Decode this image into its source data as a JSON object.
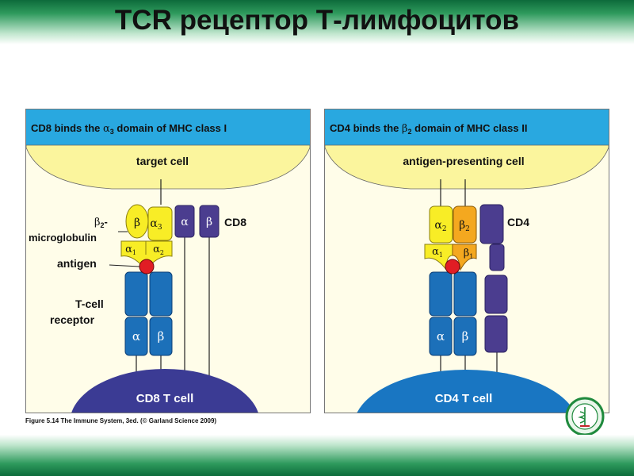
{
  "slide": {
    "title": "TCR рецептор Т-лимфоцитов",
    "caption": "Figure 5.14 The Immune System, 3ed. (© Garland Science 2009)"
  },
  "colors": {
    "banner": "#29a8e0",
    "target_cell": "#fbf59d",
    "tcell": "#3b3b94",
    "cd4_tcell": "#1976c2",
    "tcr_chain": "#1c70b9",
    "mhc_yellow": "#f8ed26",
    "mhc_orange": "#f4a81f",
    "coreceptor": "#4b3d8f",
    "antigen": "#e11d24",
    "slide_green": "#0d6b3b"
  },
  "left_panel": {
    "banner_prefix": "CD8 binds the ",
    "banner_sub": "3",
    "banner_suffix": " domain of MHC class I",
    "top_cell": "target cell",
    "bottom_cell": "CD8  T cell",
    "label_b2m_a": "β",
    "label_b2m_sub": "2",
    "label_b2m_b": "-",
    "label_microglobulin": "microglobulin",
    "label_antigen": "antigen",
    "label_tcell_receptor_1": "T-cell",
    "label_tcell_receptor_2": "receptor",
    "label_coreceptor": "CD8",
    "sym_beta": "β",
    "sym_alpha": "α",
    "sub_1": "1",
    "sub_2": "2",
    "sub_3": "3"
  },
  "right_panel": {
    "banner_prefix": "CD4 binds the ",
    "banner_sub": "2",
    "banner_suffix": " domain of MHC class II",
    "top_cell": "antigen-presenting cell",
    "bottom_cell": "CD4  T cell",
    "label_coreceptor": "CD4",
    "sym_beta": "β",
    "sym_alpha": "α",
    "sub_1": "1",
    "sub_2": "2"
  }
}
